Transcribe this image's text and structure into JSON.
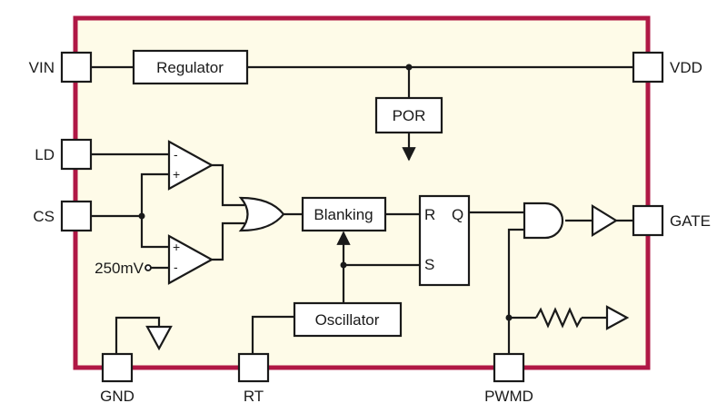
{
  "colors": {
    "chip_border": "#b01845",
    "chip_fill": "#fefbe8",
    "line": "#1a1a1a",
    "page_background": "#ffffff"
  },
  "pins": {
    "vin": "VIN",
    "vdd": "VDD",
    "ld": "LD",
    "cs": "CS",
    "gate": "GATE",
    "gnd": "GND",
    "rt": "RT",
    "pwmd": "PWMD"
  },
  "blocks": {
    "regulator": "Regulator",
    "por": "POR",
    "blanking": "Blanking",
    "oscillator": "Oscillator"
  },
  "flipflop": {
    "r": "R",
    "q": "Q",
    "s": "S"
  },
  "reference": "250mV",
  "comparator_signs": {
    "minus": "-",
    "plus": "+"
  }
}
